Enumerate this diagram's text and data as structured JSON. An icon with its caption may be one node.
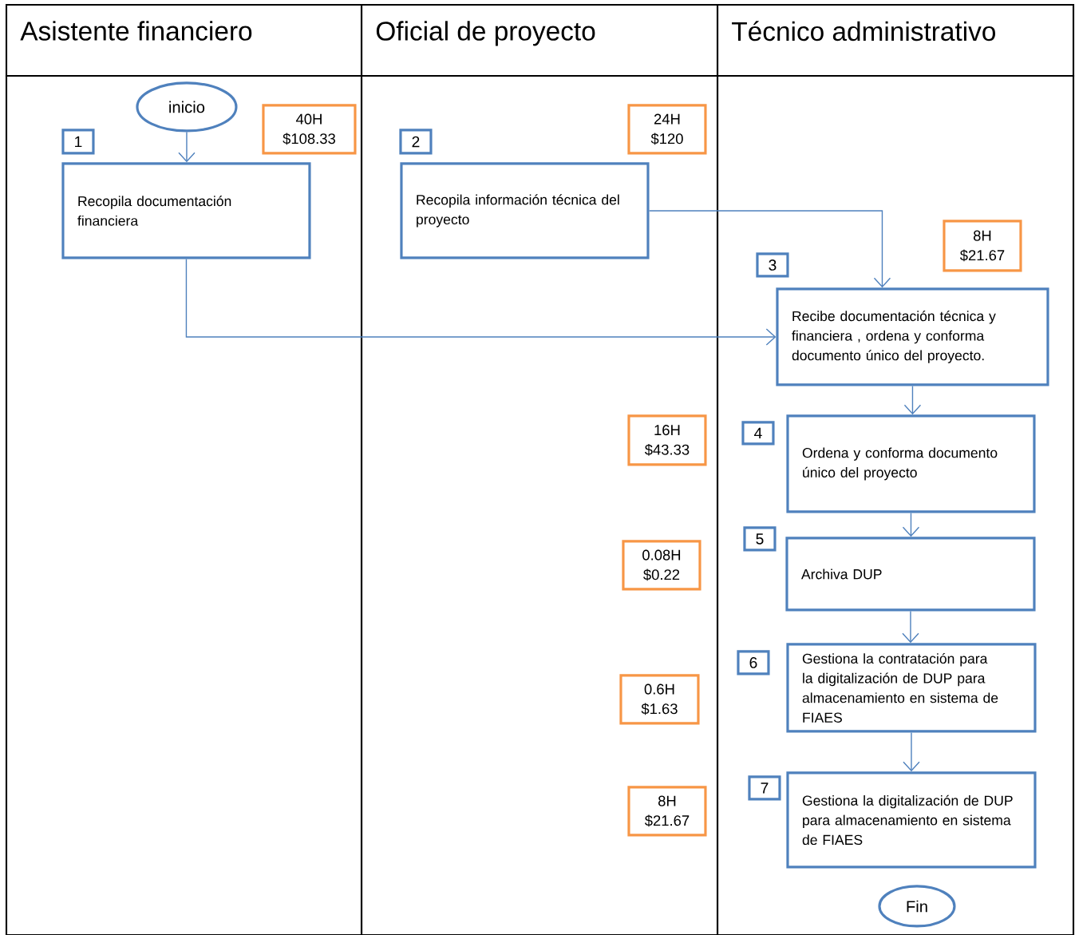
{
  "diagram": {
    "nodes": [
      {
        "text": [
          "Asistente financiero"
        ]
      },
      {
        "text": [
          "inicio"
        ],
        "in": 0
      },
      {
        "text": [
          "1"
        ],
        "in": 0
      },
      {
        "text": [
          "40H",
          "$108.33"
        ],
        "in": 0
      },
      {
        "text": [
          "Recopila documentación financiera"
        ],
        "in": 0
      },
      {
        "text": [
          "Oficial de proyecto"
        ]
      },
      {
        "text": [
          "2"
        ],
        "in": 5
      },
      {
        "text": [
          "24H",
          "$120"
        ],
        "in": 5
      },
      {
        "text": [
          "Recopila información técnica del proyecto"
        ],
        "in": 5
      },
      {
        "text": [
          "16H",
          "$43.33"
        ],
        "in": 5
      },
      {
        "text": [
          "0.08H",
          "$0.22"
        ],
        "in": 5
      },
      {
        "text": [
          "0.6H",
          "$1.63"
        ],
        "in": 5
      },
      {
        "text": [
          "8H",
          "$21.67"
        ],
        "in": 5
      },
      {
        "text": [
          "Técnico administrativo"
        ]
      },
      {
        "text": [
          "8H",
          "$21.67"
        ],
        "in": 13
      },
      {
        "text": [
          "3"
        ],
        "in": 13
      },
      {
        "text": [
          "Recibe documentación técnica y financiera , ordena y conforma documento único del proyecto."
        ],
        "in": 13
      },
      {
        "text": [
          "4"
        ],
        "in": 13
      },
      {
        "text": [
          "Ordena y conforma documento único del proyecto"
        ],
        "in": 13
      },
      {
        "text": [
          "5"
        ],
        "in": 13
      },
      {
        "text": [
          "Archiva DUP"
        ],
        "in": 13
      },
      {
        "text": [
          "6"
        ],
        "in": 13
      },
      {
        "text": [
          "Gestiona la contratación para la digitalización de DUP para almacenamiento en sistema de FIAES"
        ],
        "in": 13
      },
      {
        "text": [
          "7"
        ],
        "in": 13
      },
      {
        "text": [
          "Gestiona la digitalización de DUP para almacenamiento en sistema de FIAES"
        ],
        "in": 13
      },
      {
        "text": [
          "Fin"
        ],
        "in": 13
      }
    ],
    "edges": [
      {
        "from": 1,
        "to": 4,
        "arrow": "to"
      },
      {
        "from": 4,
        "to": 16,
        "arrow": "to"
      },
      {
        "from": 8,
        "to": 16,
        "arrow": "to"
      },
      {
        "from": 16,
        "to": 18,
        "arrow": "to"
      },
      {
        "from": 18,
        "to": 20,
        "arrow": "to"
      },
      {
        "from": 20,
        "to": 22,
        "arrow": "to"
      },
      {
        "from": 22,
        "to": 24,
        "arrow": "to"
      }
    ]
  }
}
